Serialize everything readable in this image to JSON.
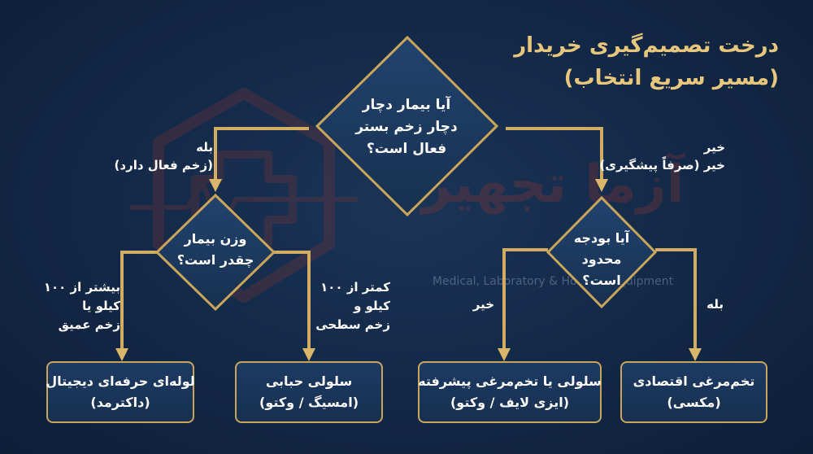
{
  "title": {
    "line1": "درخت تصمیم‌گیری خریدار",
    "line2": "(مسیر سریع انتخاب)"
  },
  "watermark": {
    "brand": "آزما تجهیز",
    "tagline": "Medical, Laboratory & Hospital Equipment"
  },
  "nodes": {
    "root": {
      "lines": [
        "آیا بیمار دچار",
        "دچار زخم بستر",
        "فعال است؟"
      ]
    },
    "weight": {
      "lines": [
        "وزن بیمار",
        "چقدر است؟"
      ]
    },
    "budget": {
      "lines": [
        "آیا بودجه",
        "محدود است؟"
      ]
    }
  },
  "edges": {
    "root_yes": [
      "بله",
      "(زخم فعال دارد)"
    ],
    "root_no": [
      "خیر",
      "خیر (صرفاً پیشگیری)"
    ],
    "weight_heavy": [
      "بیشتر از ۱۰۰",
      "کیلو یا",
      "زخم عمیق"
    ],
    "weight_light": [
      "کمتر از ۱۰۰",
      "کیلو و",
      "زخم سطحی"
    ],
    "budget_no": "خیر",
    "budget_yes": "بله"
  },
  "leaves": {
    "digital": [
      "لوله‌ای حرفه‌ای دیجیتال",
      "(داکترمد)"
    ],
    "bubble": [
      "سلولی حبابی",
      "(امسیگ / وکتو)"
    ],
    "advanced": [
      "سلولی یا تخم‌مرغی پیشرفته",
      "(ایزی لایف / وکتو)"
    ],
    "economy": [
      "تخم‌مرغی اقتصادی",
      "(مکسی)"
    ]
  },
  "colors": {
    "background": "#142a49",
    "gold": "#c9a55b",
    "title_gold": "#e7c77d",
    "node_fill": "#1d3a63",
    "text": "#ffffff",
    "watermark": "#c0392b"
  }
}
